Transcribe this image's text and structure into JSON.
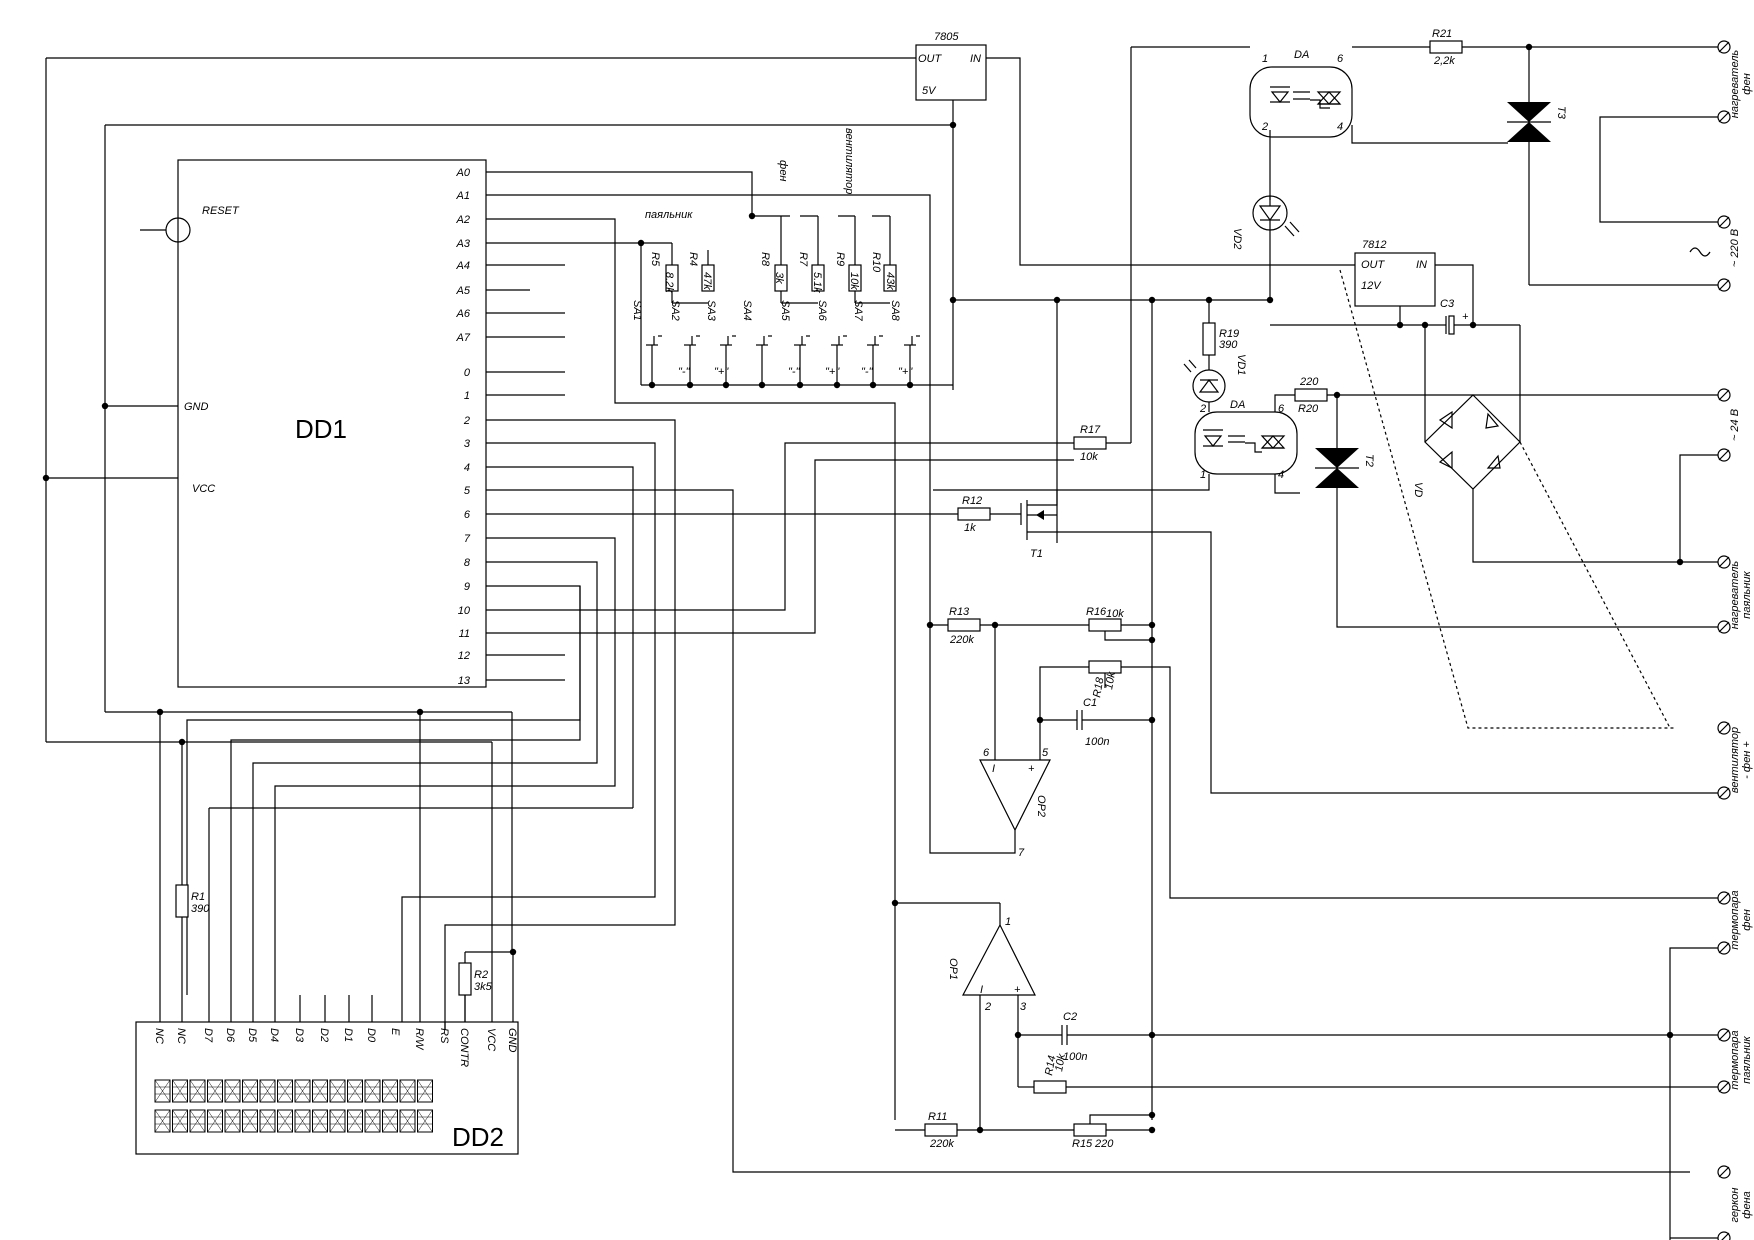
{
  "chips": {
    "dd1": "DD1",
    "dd2": "DD2",
    "op1": "OP1",
    "op2": "OP2",
    "reg5": "7805",
    "reg12": "7812",
    "da": "DA",
    "vd": "VD",
    "vd1": "VD1",
    "vd2": "VD2",
    "t1": "T1",
    "t2": "T2",
    "t3": "T3"
  },
  "dd1_pins": {
    "reset": "RESET",
    "gnd": "GND",
    "vcc": "VCC",
    "right": [
      "A0",
      "A1",
      "A2",
      "A3",
      "A4",
      "A5",
      "A6",
      "A7",
      "0",
      "1",
      "2",
      "3",
      "4",
      "5",
      "6",
      "7",
      "8",
      "9",
      "10",
      "11",
      "12",
      "13"
    ]
  },
  "dd2_pins": [
    "NC",
    "NC",
    "D7",
    "D6",
    "D5",
    "D4",
    "D3",
    "D2",
    "D1",
    "D0",
    "E",
    "R/W",
    "RS",
    "CONTR",
    "VCC",
    "GND"
  ],
  "regulators": {
    "r5_out": "OUT",
    "r5_in": "IN",
    "r5_v": "5V",
    "r12_out": "OUT",
    "r12_in": "IN",
    "r12_v": "12V"
  },
  "resistors": [
    {
      "ref": "R1",
      "val": "390"
    },
    {
      "ref": "R2",
      "val": "3k5"
    },
    {
      "ref": "R4",
      "val": "47k"
    },
    {
      "ref": "R5",
      "val": "8.2k"
    },
    {
      "ref": "R7",
      "val": "5.1k"
    },
    {
      "ref": "R8",
      "val": "3k"
    },
    {
      "ref": "R9",
      "val": "10k"
    },
    {
      "ref": "R10",
      "val": "43k"
    },
    {
      "ref": "R11",
      "val": "220k"
    },
    {
      "ref": "R12",
      "val": "1k"
    },
    {
      "ref": "R13",
      "val": "220k"
    },
    {
      "ref": "R14",
      "val": "10k"
    },
    {
      "ref": "R15",
      "val": "220"
    },
    {
      "ref": "R16",
      "val": "10k"
    },
    {
      "ref": "R17",
      "val": "10k"
    },
    {
      "ref": "R18",
      "val": "10k"
    },
    {
      "ref": "R19",
      "val": "390"
    },
    {
      "ref": "R20",
      "val": "220"
    },
    {
      "ref": "R21",
      "val": "2,2k"
    }
  ],
  "capacitors": [
    {
      "ref": "C1",
      "val": "100n"
    },
    {
      "ref": "C2",
      "val": "100n"
    },
    {
      "ref": "C3",
      "val": ""
    }
  ],
  "switches": [
    "SA1",
    "SA2",
    "SA3",
    "SA4",
    "SA5",
    "SA6",
    "SA7",
    "SA8"
  ],
  "switch_marks": [
    "\"-\"",
    "\"+\"",
    "\"-\"",
    "\"+\"",
    "\"-\"",
    "\"+\""
  ],
  "groups": {
    "solder": "паяльник",
    "fen": "фен",
    "fan": "вентилятор"
  },
  "opto_pins": [
    "1",
    "2",
    "4",
    "6"
  ],
  "op_pins": {
    "op2": [
      "6",
      "5",
      "7"
    ],
    "op1": [
      "1",
      "2",
      "3"
    ]
  },
  "terminals": [
    {
      "line1": "нагреватель",
      "line2": "фен"
    },
    {
      "line1": "~ 220 В",
      "line2": ""
    },
    {
      "line1": "~ 24 В",
      "line2": ""
    },
    {
      "line1": "нагреватель",
      "line2": "паяльник"
    },
    {
      "line1": "вентилятор",
      "line2": "- фен +"
    },
    {
      "line1": "термопара",
      "line2": "фен"
    },
    {
      "line1": "термопара",
      "line2": "паяльник"
    },
    {
      "line1": "геркон",
      "line2": "фена"
    }
  ]
}
